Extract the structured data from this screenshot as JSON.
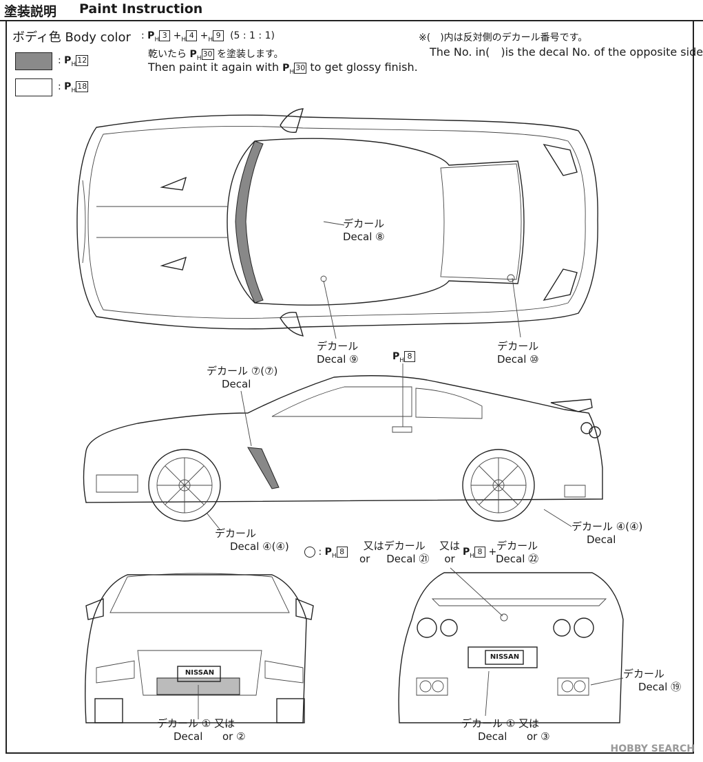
{
  "header": {
    "title_jp": "塗装説明",
    "title_en": "Paint Instruction"
  },
  "body_color": {
    "label": "ボディ色 Body color",
    "formula": {
      "p1": "3",
      "p2": "4",
      "p3": "9",
      "ratio": "(5 : 1 : 1)"
    },
    "note_jp_pre": "乾いたら",
    "note_jp_code": "30",
    "note_jp_post": "を塗装します。",
    "note_en_pre": "Then paint it again with",
    "note_en_code": "30",
    "note_en_post": "to get glossy finish."
  },
  "swatches": [
    {
      "code": "12",
      "color": "#8a8a8a"
    },
    {
      "code": "18",
      "color": "#ffffff"
    }
  ],
  "opposite_note": {
    "jp": "※(　)内は反対側のデカール番号です。",
    "en": "The No. in(　)is the decal No. of the opposite side."
  },
  "callouts": {
    "decal_jp": "デカール",
    "decal_en": "Decal",
    "or_jp": "又は",
    "or_en": "or",
    "plus": "+",
    "top_8": "⑧",
    "top_9": "⑨",
    "top_10": "⑩",
    "side_7": "⑦(⑦)",
    "side_ph8": "8",
    "side_4a": "④(④)",
    "side_4b": "④(④)",
    "emblem_ph_a": "8",
    "emblem_decal_a": "㉑",
    "emblem_ph_b": "8",
    "emblem_decal_b": "㉒",
    "front_1": "①",
    "front_2": "②",
    "rear_1": "①",
    "rear_3": "③",
    "rear_19": "⑲"
  },
  "plates": {
    "front": "NISSAN",
    "rear": "NISSAN"
  },
  "watermark": "HOBBY SEARCH"
}
